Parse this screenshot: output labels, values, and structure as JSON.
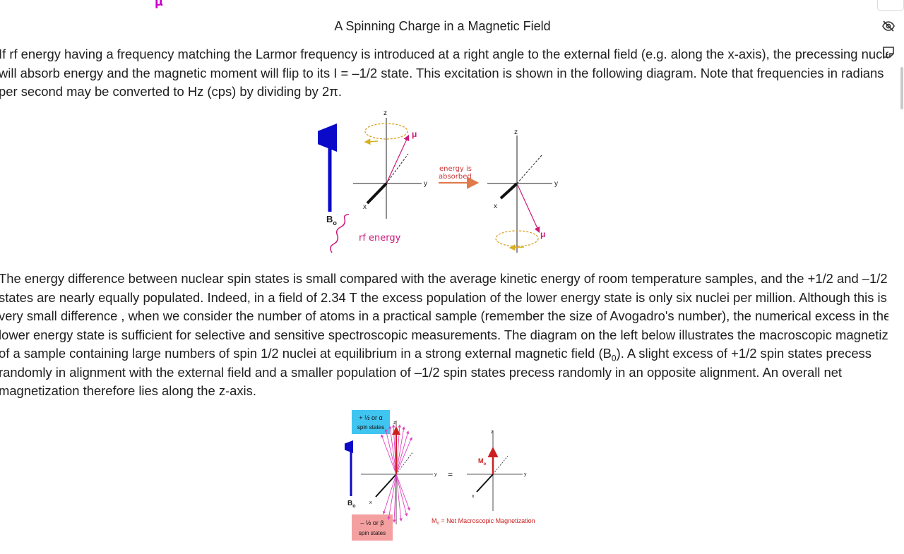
{
  "page": {
    "title": "A Spinning Charge in a Magnetic Field",
    "top_symbol": "μ",
    "paragraph1": [
      "If rf energy having a frequency matching the Larmor frequency is introduced at a right angle to the external field (e.g. along the x-axis), the precessing nucleus",
      "will absorb energy and the magnetic moment will flip to its I = –1/2 state. This excitation is shown in the following diagram. Note that frequencies in radians",
      "per second may be converted to Hz (cps) by dividing by 2π."
    ],
    "paragraph2": [
      "The energy difference between nuclear spin states is small compared with the average kinetic energy of room temperature samples, and the +1/2 and –1/2",
      "states are nearly equally populated. Indeed, in a field of 2.34 T the excess population of the lower energy state is only six nuclei per million. Although this is a",
      "very small difference , when we consider the number of atoms in a practical sample (remember the size of Avogadro's number), the numerical excess in the",
      "lower energy state is sufficient for selective and sensitive spectroscopic measurements. The diagram on the left below illustrates the macroscopic magnetization",
      "of a sample containing large numbers of spin 1/2 nuclei at equilibrium in a strong external magnetic field (B",
      "). A slight excess of +1/2 spin states precess",
      "randomly in alignment with the external field and a smaller population of –1/2 spin states precess randomly in an opposite alignment. An overall net",
      "magnetization therefore lies along the z-axis."
    ],
    "p2_sub": "0"
  },
  "figure1": {
    "z": "z",
    "y": "y",
    "x": "x",
    "mu": "μ",
    "b0_main": "B",
    "b0_sub": "o",
    "rf_energy": "rf energy",
    "arrow_label_1": "energy is",
    "arrow_label_2": "absorbed"
  },
  "figure2": {
    "alpha_1": "+ ½ or α",
    "alpha_2": "spin states",
    "beta_1": "– ½ or β",
    "beta_2": "spin states",
    "z": "z",
    "y": "y",
    "x": "x",
    "equals": "=",
    "b0_main": "B",
    "b0_sub": "o",
    "m0_main": "M",
    "m0_sub": "o",
    "caption_main": "M",
    "caption_sub": "o",
    "caption_rest": " = Net Macroscopic Magnetization"
  },
  "colors": {
    "blue_arrow": "#0a0ac8",
    "magenta": "#cc1a7a",
    "orange": "#e07a4a",
    "cyan_box": "#40c4f0",
    "pink_box": "#f4a0a0",
    "red_arrow": "#cc2020"
  },
  "icons": [
    "eye-slash-icon",
    "note-icon"
  ]
}
